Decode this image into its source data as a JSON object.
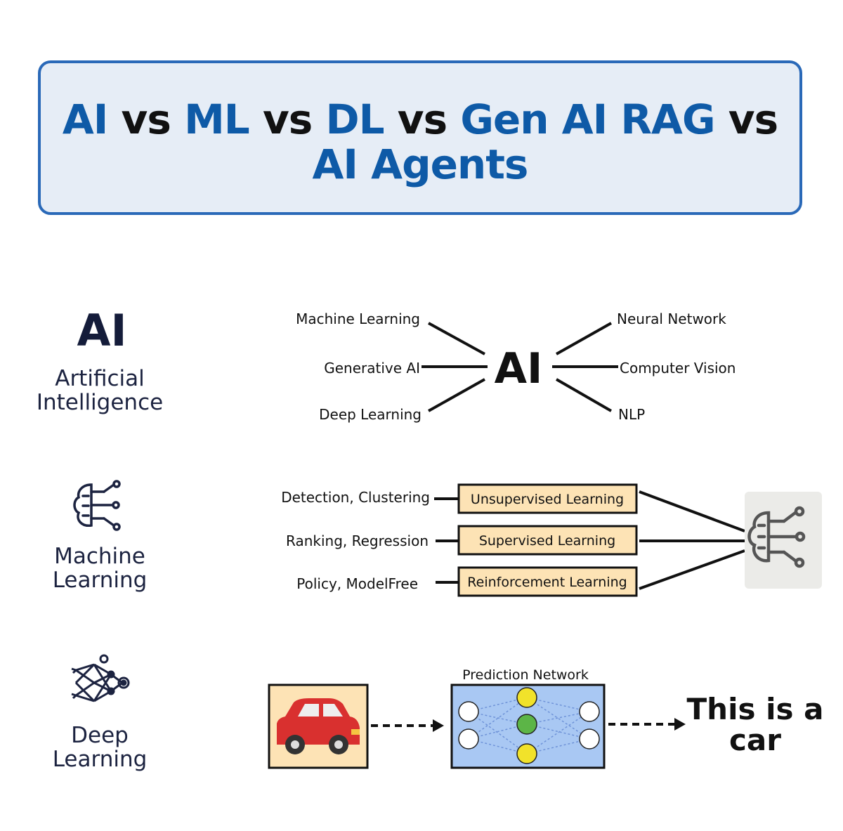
{
  "title": {
    "parts": [
      {
        "text": "AI",
        "color": "blue"
      },
      {
        "text": " vs ",
        "color": "black"
      },
      {
        "text": "ML",
        "color": "blue"
      },
      {
        "text": " vs ",
        "color": "black"
      },
      {
        "text": "DL",
        "color": "blue"
      },
      {
        "text": " vs ",
        "color": "black"
      },
      {
        "text": "Gen AI RAG",
        "color": "blue"
      },
      {
        "text": " vs",
        "color": "black"
      }
    ],
    "line2": "AI Agents"
  },
  "colors": {
    "title_blue": "#0e5aa7",
    "card_border": "#2a69b8",
    "card_fill": "#e6edf6",
    "box_fill": "#fde3b5",
    "network_fill": "#a9c8f3",
    "car_bg": "#fde3b5",
    "car_red": "#d9302f"
  },
  "sections": {
    "ai": {
      "abbr": "AI",
      "label_line1": "Artificial",
      "label_line2": "Intelligence",
      "center": "AI",
      "left_items": [
        "Machine Learning",
        "Generative AI",
        "Deep Learning"
      ],
      "right_items": [
        "Neural Network",
        "Computer Vision",
        "NLP"
      ]
    },
    "ml": {
      "icon": "brain-circuit-icon",
      "label_line1": "Machine",
      "label_line2": "Learning",
      "rows": [
        {
          "task": "Detection, Clustering",
          "type": "Unsupervised Learning"
        },
        {
          "task": "Ranking, Regression",
          "type": "Supervised Learning"
        },
        {
          "task": "Policy, ModelFree",
          "type": "Reinforcement Learning"
        }
      ],
      "hub_icon": "brain-circuit-icon"
    },
    "dl": {
      "icon": "neural-network-icon",
      "label_line1": "Deep",
      "label_line2": "Learning",
      "input_icon": "car-icon",
      "network_title": "Prediction Network",
      "result_line1": "This is a",
      "result_line2": "car"
    }
  }
}
